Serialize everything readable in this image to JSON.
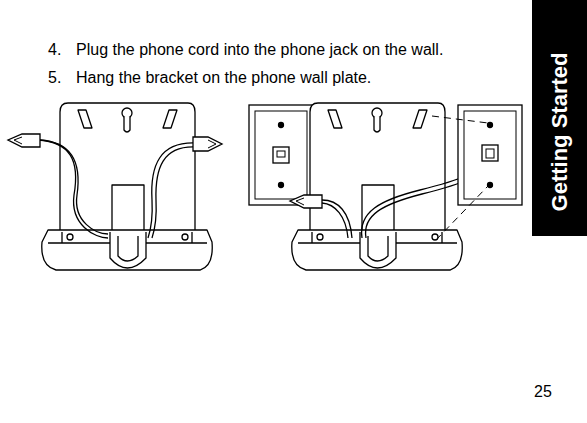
{
  "diagram": {
    "labels": [
      "4.",
      "Plug the phone cord into the phone jack on the wall.",
      "5.",
      "Hang the bracket on the phone wall plate.",
      "Getting Started",
      "25"
    ]
  }
}
